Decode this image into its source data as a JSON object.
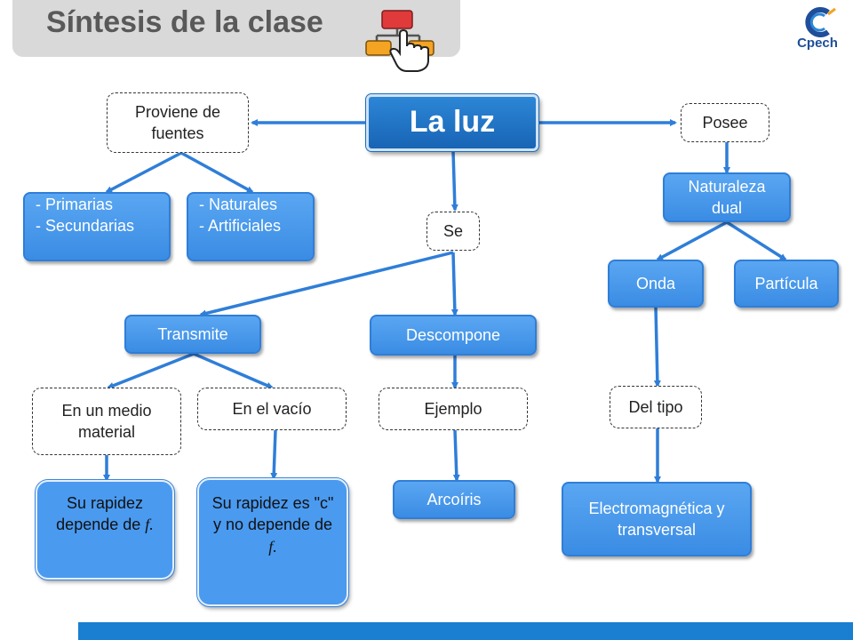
{
  "header": {
    "title": "Síntesis de la clase",
    "logo_text": "Cpech",
    "icon": "flowchart-hand-icon"
  },
  "colors": {
    "node_blue": "#4a9af0",
    "main_blue": "#1864b5",
    "edge_blue": "#2f7ed8",
    "bottom_bar": "#1a7fd0"
  },
  "nodes": {
    "main": "La luz",
    "proviene": "Proviene de fuentes",
    "posee": "Posee",
    "se": "Se",
    "primarias_line1": "- Primarias",
    "primarias_line2": "- Secundarias",
    "naturales_line1": "- Naturales",
    "naturales_line2": "- Artificiales",
    "naturaleza": "Naturaleza dual",
    "onda": "Onda",
    "particula": "Partícula",
    "transmite": "Transmite",
    "descompone": "Descompone",
    "medio": "En un medio material",
    "vacio": "En el vacío",
    "ejemplo": "Ejemplo",
    "del_tipo": "Del tipo",
    "rapidez_medio": "Su rapidez depende de",
    "rapidez_medio_var": "f.",
    "rapidez_vacio": "Su rapidez es \"c\" y no depende de",
    "rapidez_vacio_var": "f.",
    "arcoiris": "Arcoíris",
    "electro": "Electromagnética y transversal"
  }
}
